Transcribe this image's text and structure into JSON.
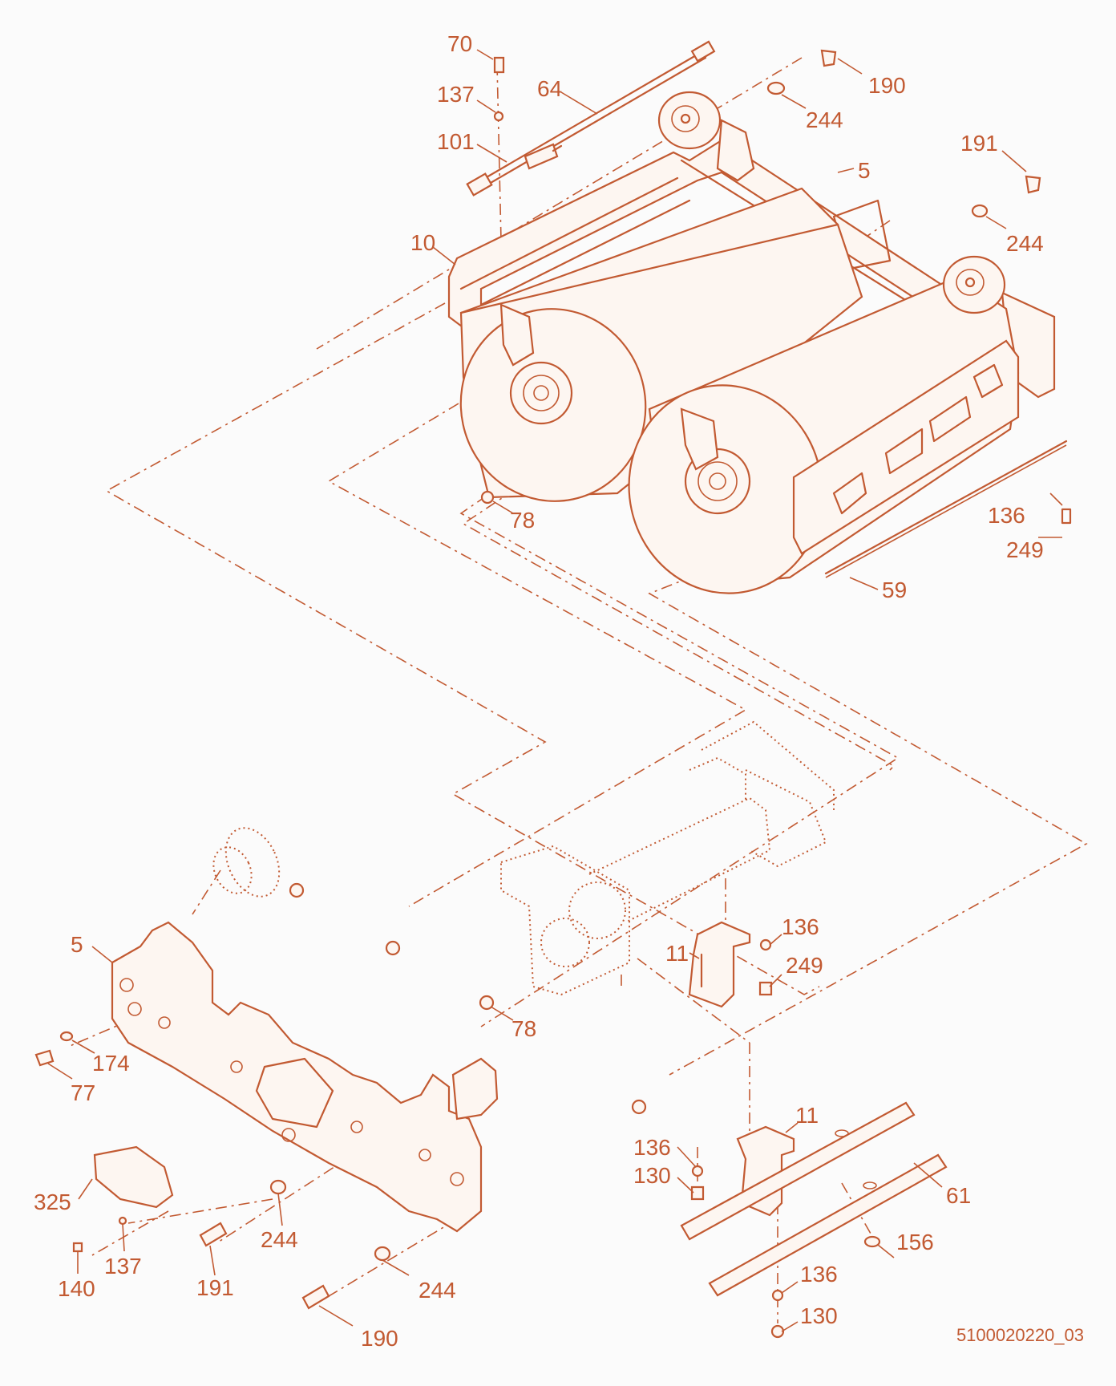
{
  "drawing_number": "5100020220_03",
  "accent_color": "#c25a32",
  "callouts": [
    {
      "id": "c70",
      "text": "70"
    },
    {
      "id": "c137a",
      "text": "137"
    },
    {
      "id": "c64",
      "text": "64"
    },
    {
      "id": "c101",
      "text": "101"
    },
    {
      "id": "c190a",
      "text": "190"
    },
    {
      "id": "c244a",
      "text": "244"
    },
    {
      "id": "c5a",
      "text": "5"
    },
    {
      "id": "c191a",
      "text": "191"
    },
    {
      "id": "c244b",
      "text": "244"
    },
    {
      "id": "c10",
      "text": "10"
    },
    {
      "id": "c78a",
      "text": "78"
    },
    {
      "id": "c136a",
      "text": "136"
    },
    {
      "id": "c249a",
      "text": "249"
    },
    {
      "id": "c59",
      "text": "59"
    },
    {
      "id": "c5b",
      "text": "5"
    },
    {
      "id": "c174",
      "text": "174"
    },
    {
      "id": "c77",
      "text": "77"
    },
    {
      "id": "c11a",
      "text": "11"
    },
    {
      "id": "c136b",
      "text": "136"
    },
    {
      "id": "c249b",
      "text": "249"
    },
    {
      "id": "c78b",
      "text": "78"
    },
    {
      "id": "c11b",
      "text": "11"
    },
    {
      "id": "c136c",
      "text": "136"
    },
    {
      "id": "c130a",
      "text": "130"
    },
    {
      "id": "c61",
      "text": "61"
    },
    {
      "id": "c325",
      "text": "325"
    },
    {
      "id": "c137b",
      "text": "137"
    },
    {
      "id": "c140",
      "text": "140"
    },
    {
      "id": "c191b",
      "text": "191"
    },
    {
      "id": "c244c",
      "text": "244"
    },
    {
      "id": "c156",
      "text": "156"
    },
    {
      "id": "c244d",
      "text": "244"
    },
    {
      "id": "c136d",
      "text": "136"
    },
    {
      "id": "c190b",
      "text": "190"
    },
    {
      "id": "c130b",
      "text": "130"
    }
  ]
}
